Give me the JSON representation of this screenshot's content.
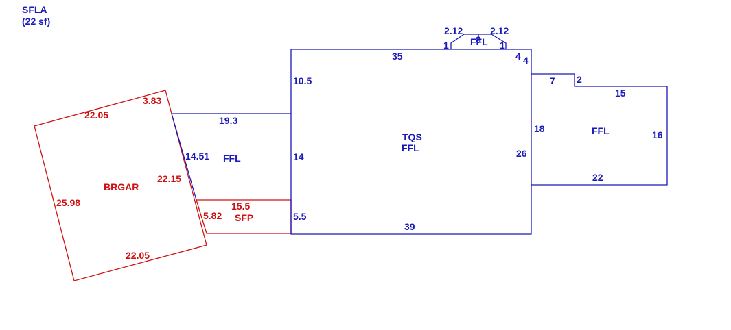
{
  "colors": {
    "blue": "#1a1ab8",
    "red": "#d01010"
  },
  "header": {
    "title": "SFLA",
    "area": "(22 sf)"
  },
  "labels": {
    "garage_name": "BRGAR",
    "garage_top": "22.05",
    "garage_top_short": "3.83",
    "garage_left": "25.98",
    "garage_right": "22.15",
    "garage_bottom": "22.05",
    "porch_name": "SFP",
    "porch_top": "15.5",
    "porch_left": "5.82",
    "left_name": "FFL",
    "left_top": "19.3",
    "left_diag": "14.51",
    "left_right": "14",
    "main_name": "TQS",
    "main_sub": "FFL",
    "main_top": "35",
    "main_left_upper": "10.5",
    "main_left_lower": "5.5",
    "main_bottom": "39",
    "main_right": "26",
    "main_corner_a": "4",
    "main_corner_b": "4",
    "bay_name": "FFL",
    "bay_left_diag": "2.12",
    "bay_right_diag": "2.12",
    "bay_left_side": "1",
    "bay_right_side": "1",
    "bay_top": "8",
    "right_name": "FFL",
    "right_top_short": "7",
    "right_step": "2",
    "right_top": "15",
    "right_side": "16",
    "right_left": "18",
    "right_bottom": "22"
  }
}
